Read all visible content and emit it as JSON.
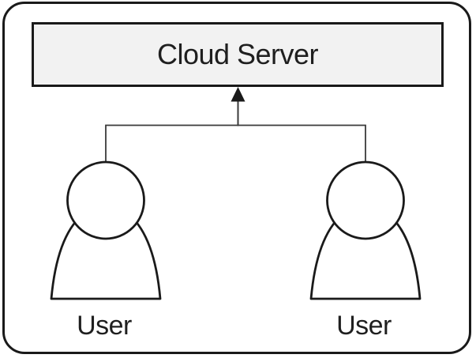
{
  "diagram": {
    "server": {
      "label": "Cloud Server"
    },
    "users": [
      {
        "label": "User"
      },
      {
        "label": "User"
      }
    ],
    "colors": {
      "background": "#ffffff",
      "box_fill": "#f2f2f2",
      "stroke": "#1a1a1a",
      "line": "#3a3a3a",
      "text": "#1f1f1f"
    }
  }
}
